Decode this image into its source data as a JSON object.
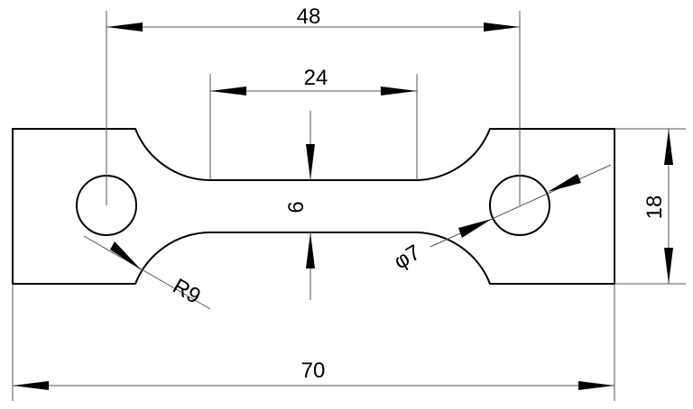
{
  "drawing": {
    "dimensions": {
      "hole_spacing": "48",
      "gauge_length": "24",
      "gauge_width": "6",
      "overall_width": "18",
      "overall_length": "70",
      "fillet_radius": "R9",
      "hole_diameter": "φ7"
    },
    "colors": {
      "line": "#000000",
      "dimension_line": "#555555",
      "background": "#ffffff"
    }
  }
}
